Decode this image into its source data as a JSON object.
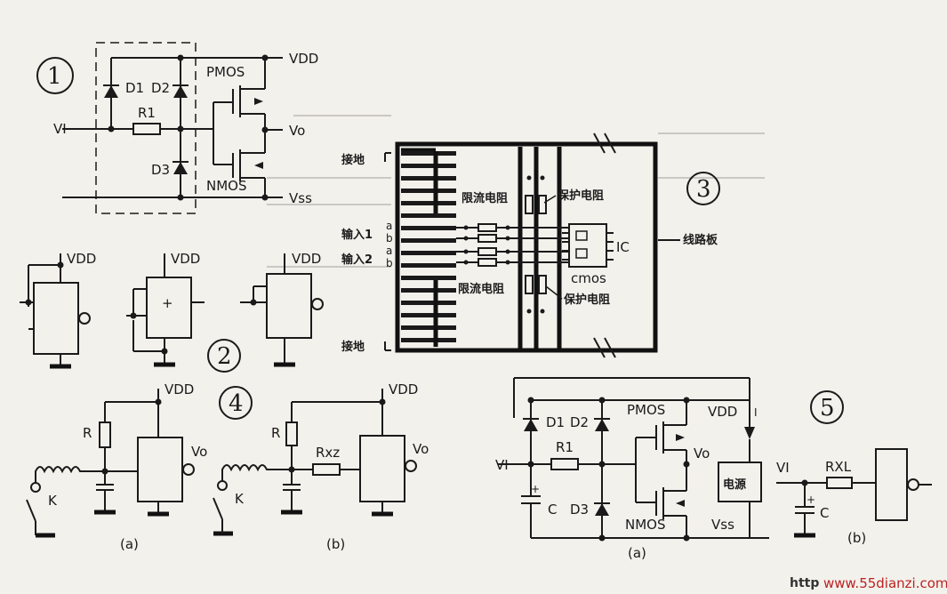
{
  "markers": {
    "m1": "1",
    "m2": "2",
    "m3": "3",
    "m4": "4",
    "m5": "5"
  },
  "fig1": {
    "vdd": "VDD",
    "vss": "Vss",
    "vi": "VI",
    "vo": "Vo",
    "d1": "D1",
    "d2": "D2",
    "d3": "D3",
    "r1": "R1",
    "pmos": "PMOS",
    "nmos": "NMOS"
  },
  "fig2": {
    "vdd_a": "VDD",
    "vdd_b": "VDD",
    "vdd_c": "VDD",
    "plus": "+"
  },
  "fig3": {
    "ground_top": "接地",
    "ground_bottom": "接地",
    "input1": "输入1",
    "input2": "输入2",
    "a1": "a",
    "b1": "b",
    "a2": "a",
    "b2": "b",
    "limit_r_top": "限流电阻",
    "limit_r_bottom": "限流电阻",
    "prot_r_top": "保护电阻",
    "prot_r_bottom": "保护电阻",
    "ic": "IC",
    "cmos": "cmos",
    "board": "线路板"
  },
  "fig4": {
    "vdd_a": "VDD",
    "vdd_b": "VDD",
    "r_a": "R",
    "r_b": "R",
    "k_a": "K",
    "k_b": "K",
    "vo_a": "Vo",
    "vo_b": "Vo",
    "rxz": "Rxz",
    "cap_a": "(a)",
    "cap_b": "(b)"
  },
  "fig5a": {
    "vdd": "VDD",
    "vss": "Vss",
    "vi": "VI",
    "vo": "Vo",
    "d1": "D1",
    "d2": "D2",
    "d3": "D3",
    "r1": "R1",
    "pmos": "PMOS",
    "nmos": "NMOS",
    "c": "C",
    "plus": "+",
    "power": "电源",
    "i": "I",
    "cap": "(a)"
  },
  "fig5b": {
    "vi": "VI",
    "rxl": "RXL",
    "c": "C",
    "plus": "+",
    "cap": "(b)"
  },
  "watermark": {
    "prefix": "http",
    "site": "www.55dianzi.com"
  }
}
